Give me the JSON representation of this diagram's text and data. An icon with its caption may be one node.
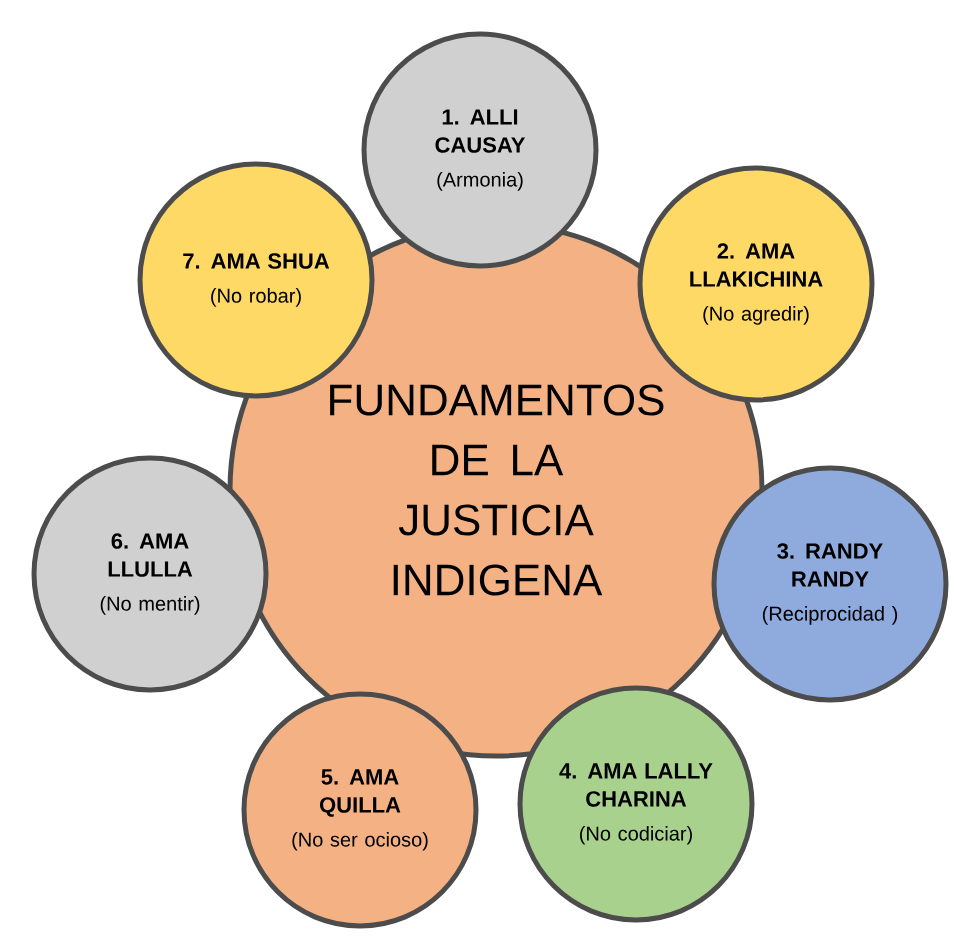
{
  "diagram": {
    "nodes": [
      {
        "text": [
          "FUNDAMENTOS DE LA JUSTICIA INDIGENA"
        ]
      },
      {
        "text": [
          "1. ALLI CAUSAY",
          "(Armonia)"
        ]
      },
      {
        "text": [
          "2. AMA LLAKICHINA",
          "(No agredir)"
        ]
      },
      {
        "text": [
          "3. RANDY RANDY",
          "(Reciprocidad )"
        ]
      },
      {
        "text": [
          "4. AMA LALLY CHARINA",
          "(No codiciar)"
        ]
      },
      {
        "text": [
          "5. AMA QUILLA",
          "(No ser ocioso)"
        ]
      },
      {
        "text": [
          "6. AMA LLULLA",
          "(No mentir)"
        ]
      },
      {
        "text": [
          "7. AMA SHUA",
          "(No robar)"
        ]
      }
    ]
  }
}
